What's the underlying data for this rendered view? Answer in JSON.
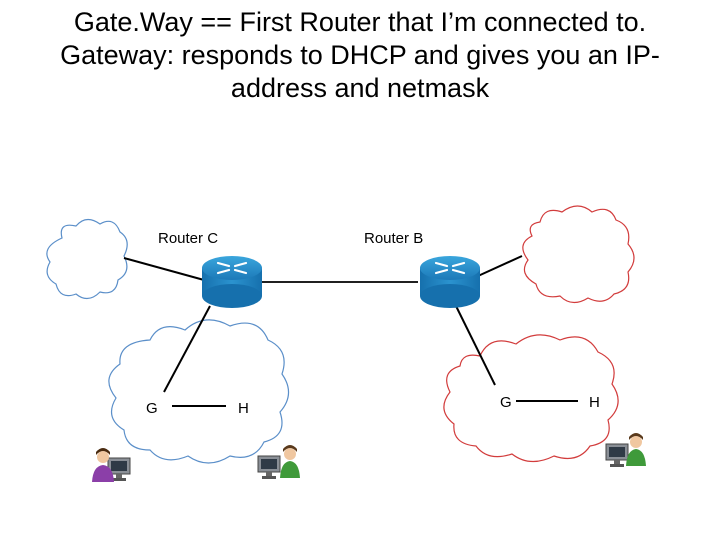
{
  "title": {
    "line1": "Gate.Way == First Router that I’m connected to.",
    "line2": "Gateway: responds to DHCP and gives you an IP-",
    "line3": "address and netmask"
  },
  "routers": {
    "left": {
      "label": "Router C"
    },
    "right": {
      "label": "Router B"
    }
  },
  "networks": {
    "left_lan": {
      "gateway_label": "G",
      "host_label": "H",
      "cloud_color": "#5b8fc9"
    },
    "right_lan": {
      "gateway_label": "G",
      "host_label": "H",
      "cloud_color": "#d23c3c"
    },
    "upper_left_cloud_color": "#5b8fc9",
    "upper_right_cloud_color": "#d23c3c"
  },
  "icons": {
    "router": "router-icon",
    "user": "user-at-computer-icon"
  }
}
